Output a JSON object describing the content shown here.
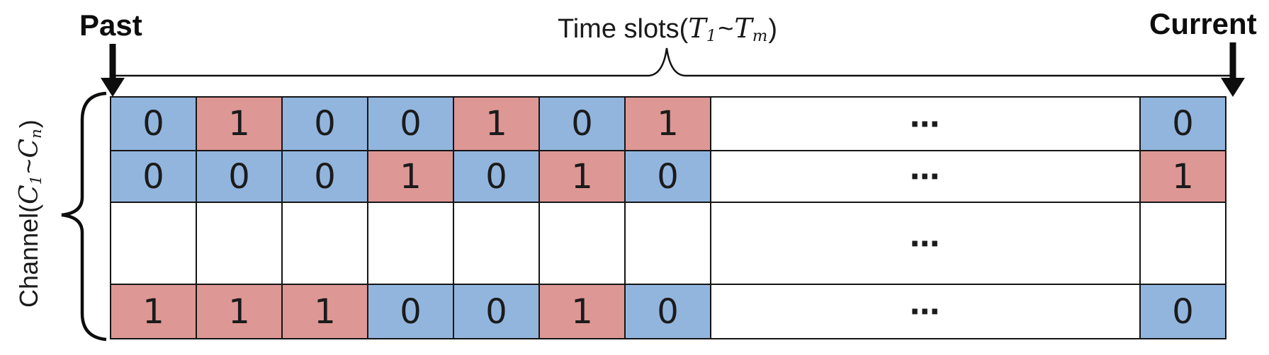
{
  "labels": {
    "past": "Past",
    "current": "Current",
    "time_slots": {
      "prefix": "Time slots(",
      "var1": "T",
      "sub1": "1",
      "tilde": "~",
      "var2": "T",
      "sub2": "m",
      "suffix": ")"
    },
    "channel": {
      "prefix": "Channel(",
      "var1": "C",
      "sub1": "1",
      "tilde": "~",
      "var2": "C",
      "sub2": "n",
      "suffix": ")"
    }
  },
  "colors": {
    "idle_cell": "#92B5DE",
    "occupied_cell": "#DD9794",
    "border": "#151515",
    "ink": "#0d0d0d",
    "background": "#ffffff"
  },
  "grid": {
    "ellipsis": "⋯",
    "legend_hint": {
      "idle_value": "0",
      "occupied_value": "1"
    },
    "rows": [
      {
        "cells": [
          {
            "value": "0",
            "state": "idle"
          },
          {
            "value": "1",
            "state": "occupied"
          },
          {
            "value": "0",
            "state": "idle"
          },
          {
            "value": "0",
            "state": "idle"
          },
          {
            "value": "1",
            "state": "occupied"
          },
          {
            "value": "0",
            "state": "idle"
          },
          {
            "value": "1",
            "state": "occupied"
          },
          {
            "value": "⋯",
            "state": "gap"
          },
          {
            "value": "0",
            "state": "idle"
          }
        ]
      },
      {
        "cells": [
          {
            "value": "0",
            "state": "idle"
          },
          {
            "value": "0",
            "state": "idle"
          },
          {
            "value": "0",
            "state": "idle"
          },
          {
            "value": "1",
            "state": "occupied"
          },
          {
            "value": "0",
            "state": "idle"
          },
          {
            "value": "1",
            "state": "occupied"
          },
          {
            "value": "0",
            "state": "idle"
          },
          {
            "value": "⋯",
            "state": "gap"
          },
          {
            "value": "1",
            "state": "occupied"
          }
        ]
      },
      {
        "cells": [
          {
            "value": "",
            "state": "empty"
          },
          {
            "value": "",
            "state": "empty"
          },
          {
            "value": "",
            "state": "empty"
          },
          {
            "value": "",
            "state": "empty"
          },
          {
            "value": "",
            "state": "empty"
          },
          {
            "value": "",
            "state": "empty"
          },
          {
            "value": "",
            "state": "empty"
          },
          {
            "value": "⋯",
            "state": "gap"
          },
          {
            "value": "",
            "state": "empty"
          }
        ]
      },
      {
        "cells": [
          {
            "value": "1",
            "state": "occupied"
          },
          {
            "value": "1",
            "state": "occupied"
          },
          {
            "value": "1",
            "state": "occupied"
          },
          {
            "value": "0",
            "state": "idle"
          },
          {
            "value": "0",
            "state": "idle"
          },
          {
            "value": "1",
            "state": "occupied"
          },
          {
            "value": "0",
            "state": "idle"
          },
          {
            "value": "⋯",
            "state": "gap"
          },
          {
            "value": "0",
            "state": "idle"
          }
        ]
      }
    ]
  }
}
